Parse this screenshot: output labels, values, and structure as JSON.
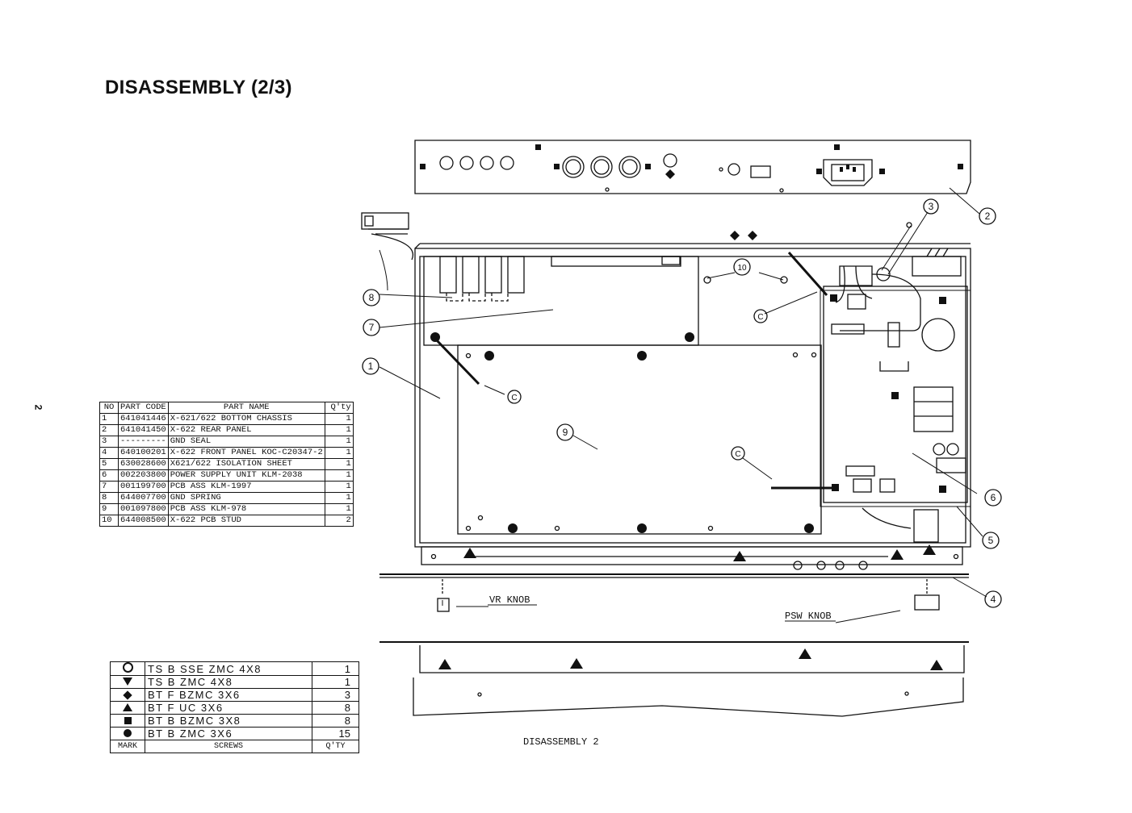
{
  "title": "DISASSEMBLY (2/3)",
  "page_number": "2",
  "caption": "DISASSEMBLY 2",
  "labels": {
    "vr_knob": "VR KNOB",
    "psw_knob": "PSW KNOB",
    "c_mark": "C"
  },
  "callouts": [
    "1",
    "2",
    "3",
    "4",
    "5",
    "6",
    "7",
    "8",
    "9",
    "10"
  ],
  "parts_table": {
    "headers": {
      "no": "NO",
      "code": "PART CODE",
      "name": "PART NAME",
      "qty": "Q'ty"
    },
    "rows": [
      {
        "no": "1",
        "code": "641041446",
        "name": "X-621/622 BOTTOM CHASSIS",
        "qty": "1"
      },
      {
        "no": "2",
        "code": "641041450",
        "name": "X-622 REAR PANEL",
        "qty": "1"
      },
      {
        "no": "3",
        "code": "---------",
        "name": "GND SEAL",
        "qty": "1"
      },
      {
        "no": "4",
        "code": "640100201",
        "name": "X-622 FRONT PANEL KOC-C20347-2",
        "qty": "1"
      },
      {
        "no": "5",
        "code": "630028600",
        "name": "X621/622 ISOLATION SHEET",
        "qty": "1"
      },
      {
        "no": "6",
        "code": "002203800",
        "name": "POWER SUPPLY UNIT KLM-2038",
        "qty": "1"
      },
      {
        "no": "7",
        "code": "001199700",
        "name": "PCB ASS KLM-1997",
        "qty": "1"
      },
      {
        "no": "8",
        "code": "644007700",
        "name": "GND SPRING",
        "qty": "1"
      },
      {
        "no": "9",
        "code": "001097800",
        "name": "PCB ASS KLM-978",
        "qty": "1"
      },
      {
        "no": "10",
        "code": "644008500",
        "name": "X-622 PCB STUD",
        "qty": "2"
      }
    ]
  },
  "screw_table": {
    "headers": {
      "mark": "MARK",
      "screws": "SCREWS",
      "qty": "Q'TY"
    },
    "rows": [
      {
        "mark_icon": "open-circle-icon",
        "desc": "TS B SSE ZMC 4X8",
        "qty": "1"
      },
      {
        "mark_icon": "down-triangle-icon",
        "desc": "TS B ZMC 4X8",
        "qty": "1"
      },
      {
        "mark_icon": "diamond-icon",
        "desc": "BT F BZMC 3X6",
        "qty": "3"
      },
      {
        "mark_icon": "up-triangle-icon",
        "desc": "BT F UC 3X6",
        "qty": "8"
      },
      {
        "mark_icon": "square-icon",
        "desc": "BT B BZMC 3X8",
        "qty": "8"
      },
      {
        "mark_icon": "filled-circle-icon",
        "desc": "BT B ZMC 3X6",
        "qty": "15"
      }
    ]
  }
}
